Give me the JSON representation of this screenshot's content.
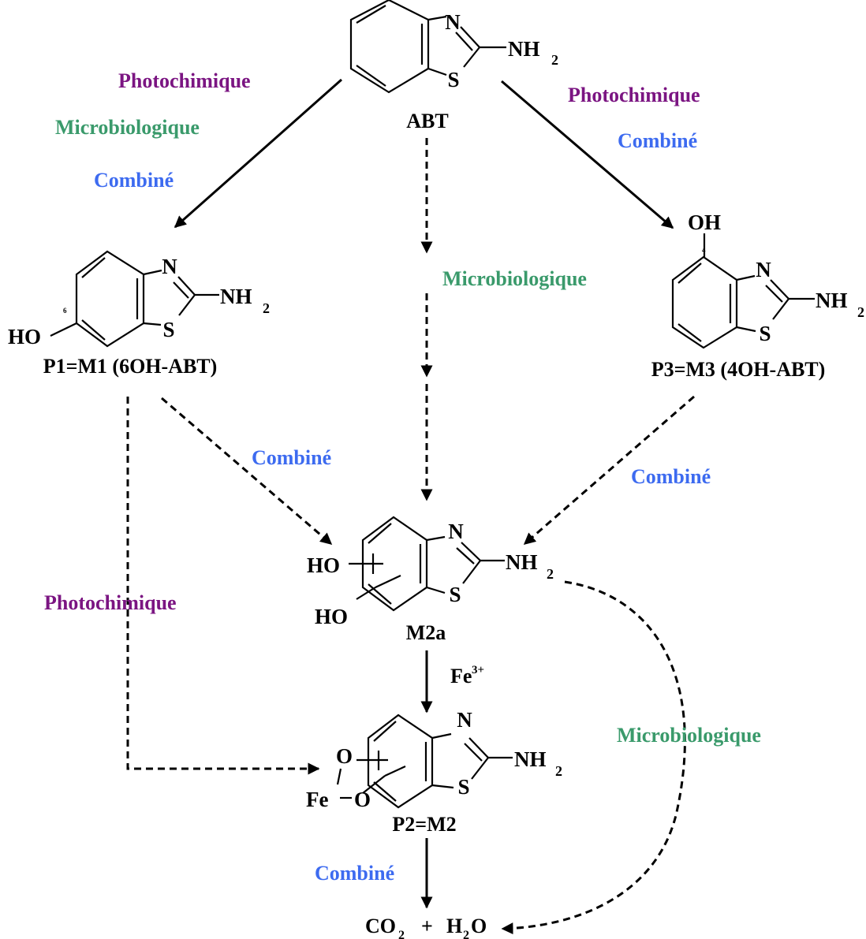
{
  "colors": {
    "photochimique": "#7B1582",
    "microbiologique": "#3A9A6B",
    "combine": "#3D6BF0",
    "structure": "#000000"
  },
  "atoms": {
    "n": "N",
    "s": "S",
    "nh": "NH",
    "sub2": "2",
    "ho": "HO",
    "oh": "OH",
    "o": "O",
    "fe": "Fe"
  },
  "locants": {
    "six": "6",
    "four": "4"
  },
  "compounds": {
    "abt": "ABT",
    "p1": "P1=M1 (6OH-ABT)",
    "p3": "P3=M3 (4OH-ABT)",
    "m2a": "M2a",
    "p2": "P2=M2"
  },
  "reagents": {
    "fe_base": "Fe",
    "fe_charge": "3+"
  },
  "products": {
    "co": "CO",
    "plus": "+",
    "h": "H",
    "o_end": "O"
  },
  "conditions": {
    "photochimique": "Photochimique",
    "microbiologique": "Microbiologique",
    "combine": "Combiné"
  }
}
